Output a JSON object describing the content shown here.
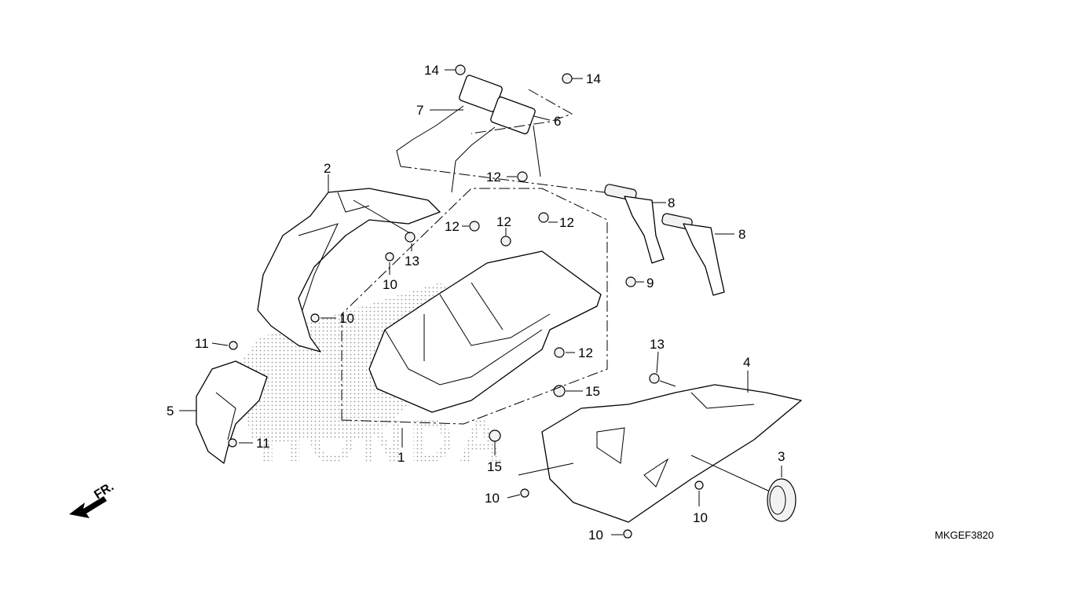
{
  "diagram": {
    "code": "MKGEF3820",
    "direction_label": "FR.",
    "watermark": "HONDA",
    "callouts": {
      "c1": "1",
      "c2": "2",
      "c3": "3",
      "c4": "4",
      "c5": "5",
      "c6": "6",
      "c7": "7",
      "c8a": "8",
      "c8b": "8",
      "c9": "9",
      "c10a": "10",
      "c10b": "10",
      "c10c": "10",
      "c10d": "10",
      "c10e": "10",
      "c11a": "11",
      "c11b": "11",
      "c12a": "12",
      "c12b": "12",
      "c12c": "12",
      "c12d": "12",
      "c12e": "12",
      "c13a": "13",
      "c13b": "13",
      "c14a": "14",
      "c14b": "14",
      "c15a": "15",
      "c15b": "15"
    }
  }
}
